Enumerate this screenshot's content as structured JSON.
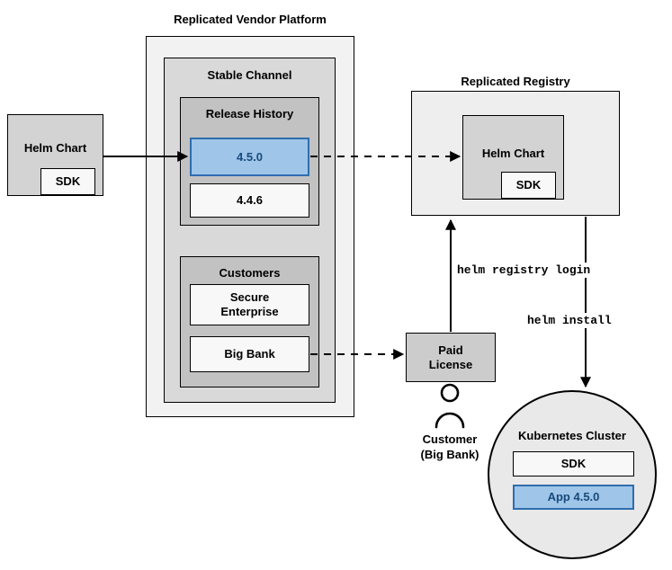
{
  "diagram": {
    "source_chart": {
      "title": "Helm Chart",
      "sdk_label": "SDK"
    },
    "vendor_platform": {
      "title": "Replicated Vendor Platform",
      "stable_channel": {
        "title": "Stable Channel",
        "release_history": {
          "title": "Release History",
          "versions": [
            {
              "label": "4.5.0",
              "highlighted": true
            },
            {
              "label": "4.4.6",
              "highlighted": false
            }
          ]
        },
        "customers": {
          "title": "Customers",
          "items": [
            {
              "label": "Secure\nEnterprise"
            },
            {
              "label": "Big Bank"
            }
          ]
        }
      }
    },
    "registry": {
      "title": "Replicated Registry",
      "helm_chart": {
        "title": "Helm Chart",
        "sdk_label": "SDK"
      }
    },
    "paid_license": {
      "label": "Paid\nLicense"
    },
    "customer": {
      "label": "Customer\n(Big Bank)"
    },
    "cluster": {
      "title": "Kubernetes Cluster",
      "sdk_label": "SDK",
      "app_label": "App 4.5.0"
    },
    "edge_labels": {
      "registry_login": "helm registry login",
      "helm_install": "helm install"
    },
    "icons": {
      "customer": "person-icon"
    },
    "colors": {
      "highlight_fill": "#9fc5e8",
      "highlight_border": "#2f6daf",
      "highlight_text": "#174a7c",
      "container_light": "#f2f2f2",
      "container_medium": "#d9d9d9",
      "container_dark": "#c2c2c2"
    }
  }
}
